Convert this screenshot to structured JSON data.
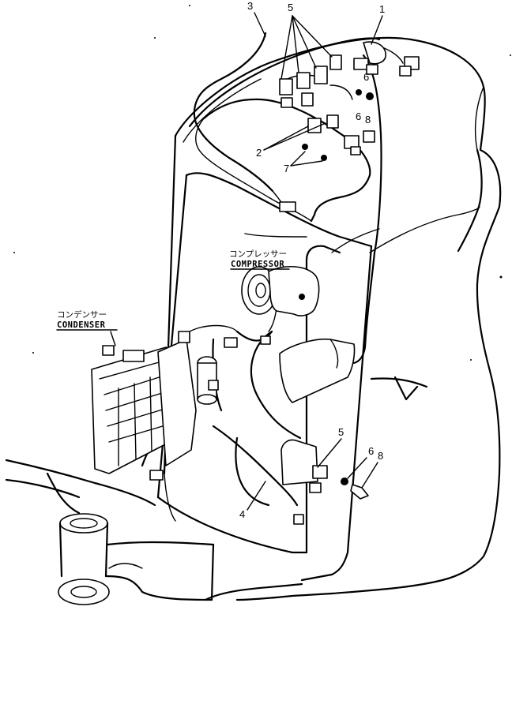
{
  "labels": {
    "compressor_jp": "コンプレッサー",
    "compressor_en": "COMPRESSOR",
    "condenser_jp": "コンデンサー",
    "condenser_en": "CONDENSER"
  },
  "part_numbers": {
    "p1": "1",
    "p2": "2",
    "p3": "3",
    "p4": "4",
    "p5_top": "5",
    "p5_lower": "5",
    "p6_a": "6",
    "p6_b": "6",
    "p6_c": "6",
    "p7": "7",
    "p8_a": "8",
    "p8_b": "8"
  }
}
